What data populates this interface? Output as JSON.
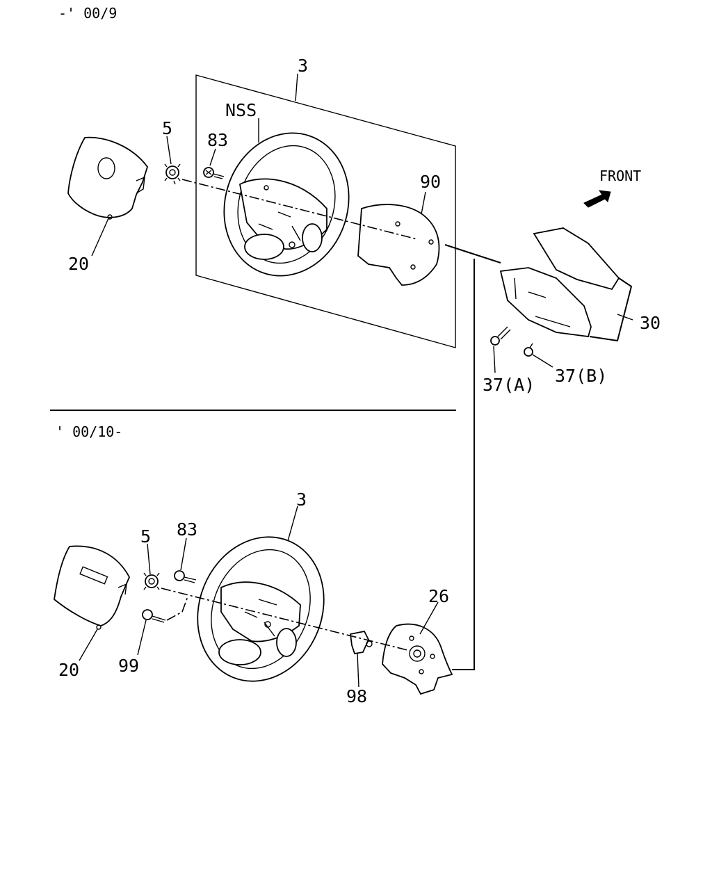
{
  "headers": {
    "top_range": "-' 00/9",
    "bottom_range": "' 00/10-"
  },
  "front_label": "FRONT",
  "callouts_top": {
    "steering_wheel": "3",
    "nss": "NSS",
    "nut": "5",
    "bolt": "83",
    "horn_pad": "20",
    "cover": "90",
    "column_cover": "30",
    "screw_a": "37(A)",
    "screw_b": "37(B)"
  },
  "callouts_bottom": {
    "steering_wheel": "3",
    "nut": "5",
    "bolt": "83",
    "horn_pad": "20",
    "screw": "99",
    "bracket": "98",
    "cover": "26"
  }
}
